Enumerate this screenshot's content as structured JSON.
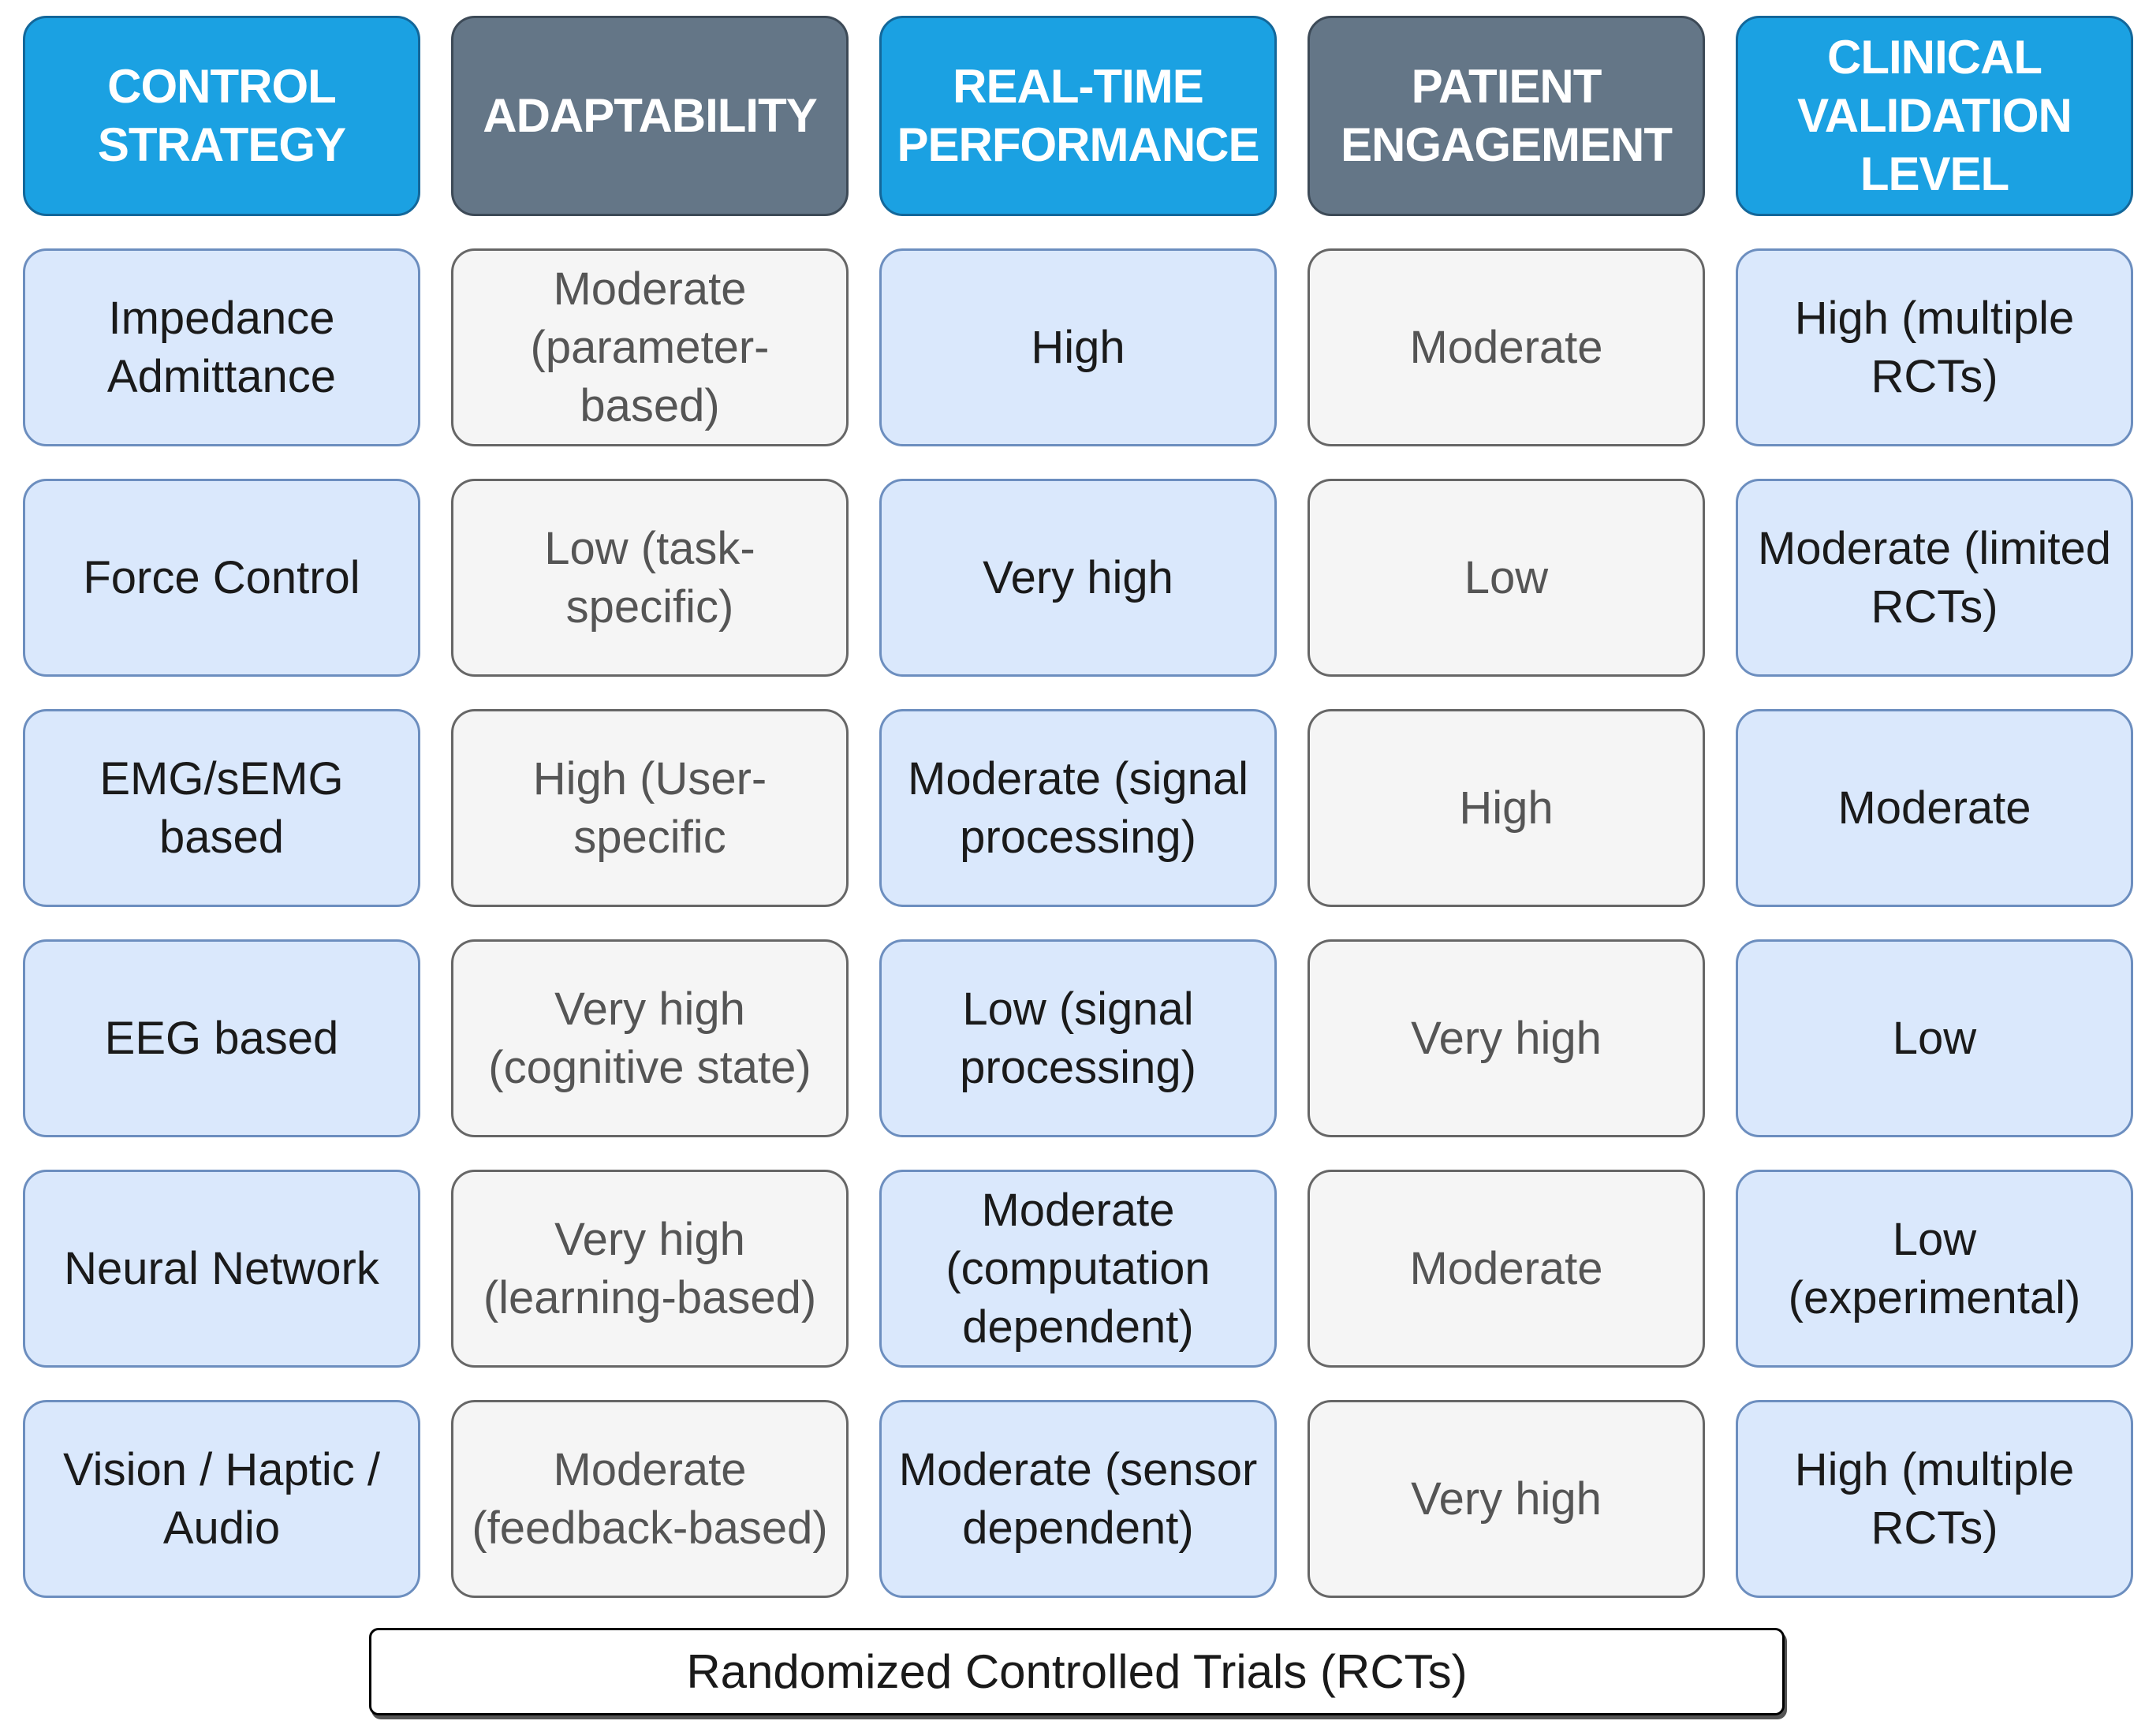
{
  "colors": {
    "header_blue": "#1ba1e2",
    "header_gray": "#647687",
    "cell_blue_fill": "#dae8fc",
    "cell_blue_border": "#6c8ebf",
    "cell_gray_fill": "#f5f5f5",
    "cell_gray_border": "#666666"
  },
  "headers": [
    "CONTROL\nSTRATEGY",
    "ADAPTABILITY",
    "REAL-TIME\nPERFORMANCE",
    "PATIENT\nENGAGEMENT",
    "CLINICAL\nVALIDATION\nLEVEL"
  ],
  "rows": [
    [
      "Impedance\nAdmittance",
      "Moderate\n(parameter-\nbased)",
      "High",
      "Moderate",
      "High (multiple\nRCTs)"
    ],
    [
      "Force Control",
      "Low (task-\nspecific)",
      "Very high",
      "Low",
      "Moderate (limited\nRCTs)"
    ],
    [
      "EMG/sEMG\nbased",
      "High (User-\nspecific",
      "Moderate (signal\nprocessing)",
      "High",
      "Moderate"
    ],
    [
      "EEG based",
      "Very high\n(cognitive state)",
      "Low (signal\nprocessing)",
      "Very high",
      "Low"
    ],
    [
      "Neural Network",
      "Very high\n(learning-based)",
      "Moderate\n(computation\ndependent)",
      "Moderate",
      "Low\n(experimental)"
    ],
    [
      "Vision / Haptic /\nAudio",
      "Moderate\n(feedback-based)",
      "Moderate (sensor\ndependent)",
      "Very high",
      "High (multiple\nRCTs)"
    ]
  ],
  "footer": "Randomized Controlled Trials (RCTs)"
}
